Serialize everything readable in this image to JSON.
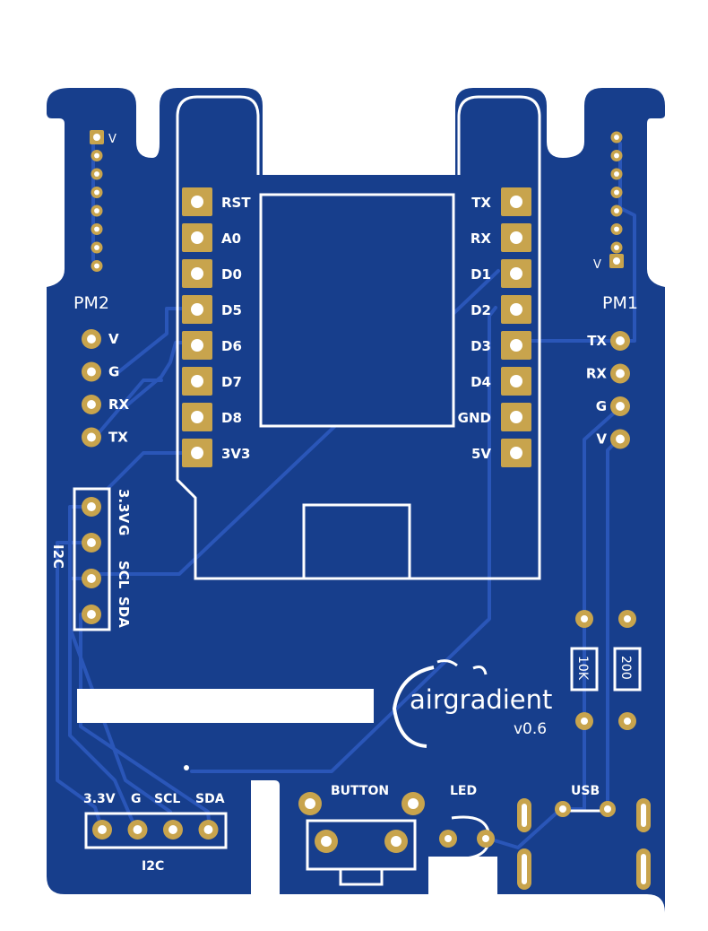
{
  "board": {
    "colors": {
      "board": "#173e8c",
      "pad": "#c8a44d",
      "trace": "#2a56b8",
      "silk": "#ffffff"
    },
    "brand": "airgradient",
    "version": "v0.6"
  },
  "labels": {
    "pm2": "PM2",
    "pm1": "PM1",
    "pm2_header_v": "V",
    "pm1_header_v": "V",
    "pm2_pins": [
      "V",
      "G",
      "RX",
      "TX"
    ],
    "pm1_pins": [
      "TX",
      "RX",
      "G",
      "V"
    ],
    "left_pins": [
      "RST",
      "A0",
      "D0",
      "D5",
      "D6",
      "D7",
      "D8",
      "3V3"
    ],
    "right_pins": [
      "TX",
      "RX",
      "D1",
      "D2",
      "D3",
      "D4",
      "GND",
      "5V"
    ],
    "i2c_vertical_pins": [
      "3.3V",
      "G",
      "SCL",
      "SDA"
    ],
    "i2c_vertical_title": "I2C",
    "i2c_bottom_pins": [
      "3.3V",
      "G",
      "SCL",
      "SDA"
    ],
    "i2c_bottom_title": "I2C",
    "resistor_10k": "10K",
    "resistor_200": "200",
    "button": "BUTTON",
    "led": "LED",
    "usb": "USB"
  }
}
